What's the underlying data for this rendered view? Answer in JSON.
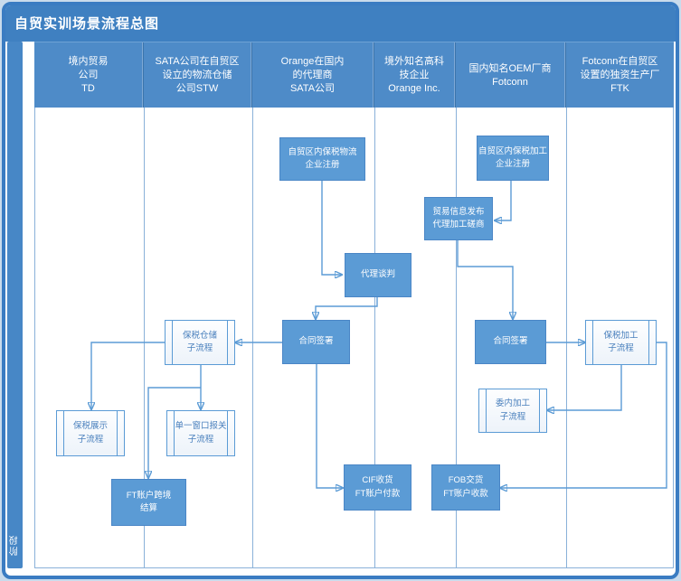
{
  "title": "自贸实训场景流程总图",
  "stage_label": "阶段",
  "lanes": [
    {
      "label": "境内贸易\n公司\nTD"
    },
    {
      "label": "SATA公司在自贸区\n设立的物流仓储\n公司STW"
    },
    {
      "label": "Orange在国内\n的代理商\nSATA公司"
    },
    {
      "label": "境外知名高科\n技企业\nOrange Inc."
    },
    {
      "label": "国内知名OEM厂商\nFotconn"
    },
    {
      "label": "Fotconn在自贸区\n设置的独资生产厂\nFTK"
    }
  ],
  "nodes": {
    "reg_logistics": {
      "type": "process",
      "label": "自贸区内保税物流\n企业注册"
    },
    "reg_processing": {
      "type": "process",
      "label": "自贸区内保税加工\n企业注册"
    },
    "trade_info": {
      "type": "process",
      "label": "贸易信息发布\n代理加工磋商"
    },
    "negotiation": {
      "type": "process",
      "label": "代理谈判"
    },
    "contract_sign_left": {
      "type": "process",
      "label": "合同签署"
    },
    "contract_sign_right": {
      "type": "process",
      "label": "合同签署"
    },
    "warehouse_sub": {
      "type": "subprocess",
      "label": "保税仓储\n子流程"
    },
    "processing_sub": {
      "type": "subprocess",
      "label": "保税加工\n子流程"
    },
    "commissioned_sub": {
      "type": "subprocess",
      "label": "委内加工\n子流程"
    },
    "display_sub": {
      "type": "subprocess",
      "label": "保税展示\n子流程"
    },
    "single_window_sub": {
      "type": "subprocess",
      "label": "单一窗口报关\n子流程"
    },
    "ft_settlement": {
      "type": "process",
      "label": "FT账户跨境\n结算"
    },
    "cif_receive": {
      "type": "process",
      "label": "CIF收货\nFT账户付款"
    },
    "fob_deliver": {
      "type": "process",
      "label": "FOB交货\nFT账户收款"
    }
  },
  "colors": {
    "accent": "#5b9bd5",
    "frame": "#3a7cc2",
    "title_bar": "#3f80c1",
    "header_bg": "#4e8bc8",
    "lane_line": "#8ab1d9",
    "subprocess_text": "#4a80bd"
  }
}
